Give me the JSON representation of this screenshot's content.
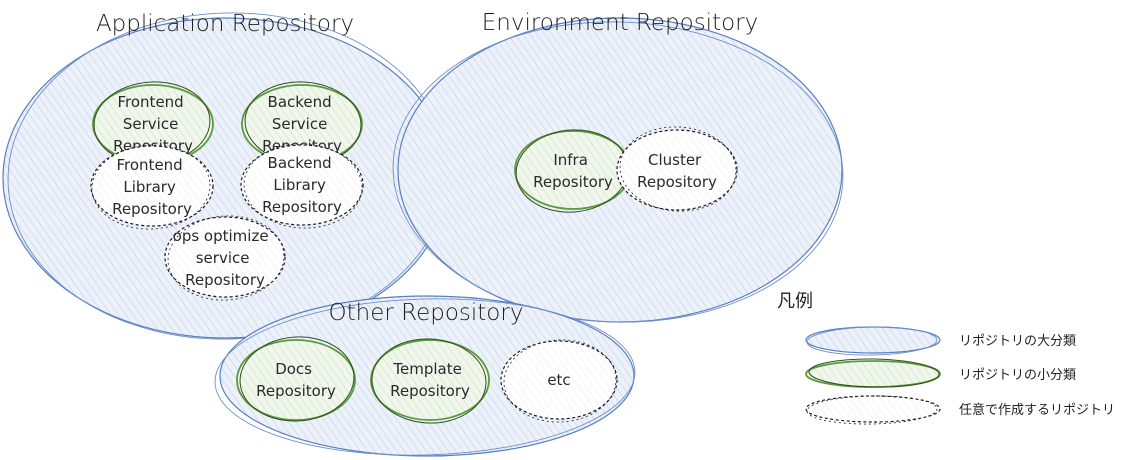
{
  "groups": {
    "application": {
      "title": "Application Repository"
    },
    "environment": {
      "title": "Environment Repository"
    },
    "other": {
      "title": "Other Repository"
    }
  },
  "nodes": {
    "frontend_service": {
      "lines": [
        "Frontend",
        "Service",
        "Repository"
      ]
    },
    "backend_service": {
      "lines": [
        "Backend",
        "Service",
        "Repository"
      ]
    },
    "frontend_library": {
      "lines": [
        "Frontend",
        "Library",
        "Repository"
      ]
    },
    "backend_library": {
      "lines": [
        "Backend",
        "Library",
        "Repository"
      ]
    },
    "ops_optimize": {
      "lines": [
        "ops optimize",
        "service",
        "Repository"
      ]
    },
    "infra": {
      "lines": [
        "Infra",
        "Repository"
      ]
    },
    "cluster": {
      "lines": [
        "Cluster",
        "Repository"
      ]
    },
    "docs": {
      "lines": [
        "Docs",
        "Repository"
      ]
    },
    "template": {
      "lines": [
        "Template",
        "Repository"
      ]
    },
    "etc": {
      "lines": [
        "etc"
      ]
    }
  },
  "legend": {
    "title": "凡例",
    "items": [
      {
        "label": "リポジトリの大分類"
      },
      {
        "label": "リポジトリの小分類"
      },
      {
        "label": "任意で作成するリポジトリ"
      }
    ]
  },
  "colors": {
    "major": "#5a7fbf",
    "minor": "#5a9a3a",
    "optional": "#1a1a1a"
  }
}
